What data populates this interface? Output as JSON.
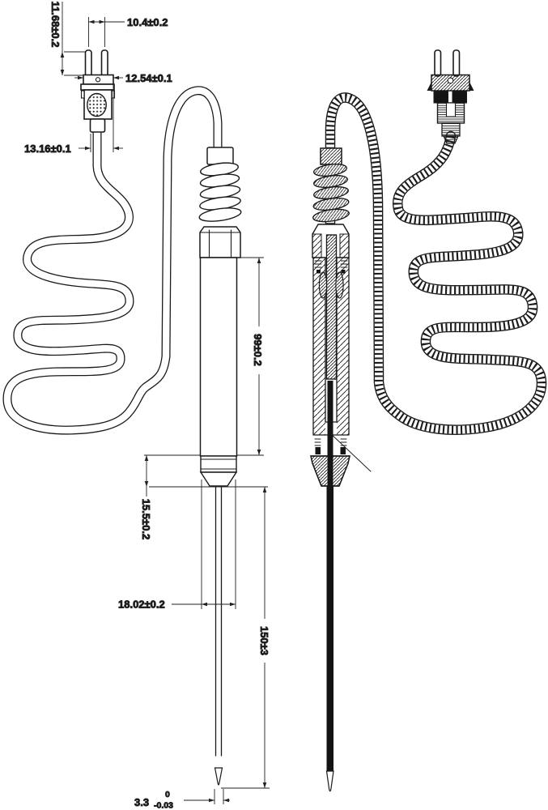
{
  "drawing": {
    "type": "technical-dimension-drawing",
    "subject": "temperature-probe-with-thermocouple-plug",
    "colors": {
      "line": "#1a1a1a",
      "background": "#ffffff",
      "dim": "#222222",
      "probe_fill": "#141414"
    },
    "views": {
      "left": "outline-view",
      "right": "section-view"
    },
    "dims": {
      "pin_length": "11.68±0.2",
      "pin_spacing": "10.4±0.2",
      "connector_cap_width": "12.54±0.1",
      "connector_neck_width": "13.16±0.1",
      "handle_length": "99±0.2",
      "handle_tip_length": "15.5±0.2",
      "handle_diameter": "18.02±0.2",
      "probe_length": "150±3",
      "tip_diameter_nominal": "3.3",
      "tip_tol_upper": "0",
      "tip_tol_lower": "-0.03"
    }
  }
}
